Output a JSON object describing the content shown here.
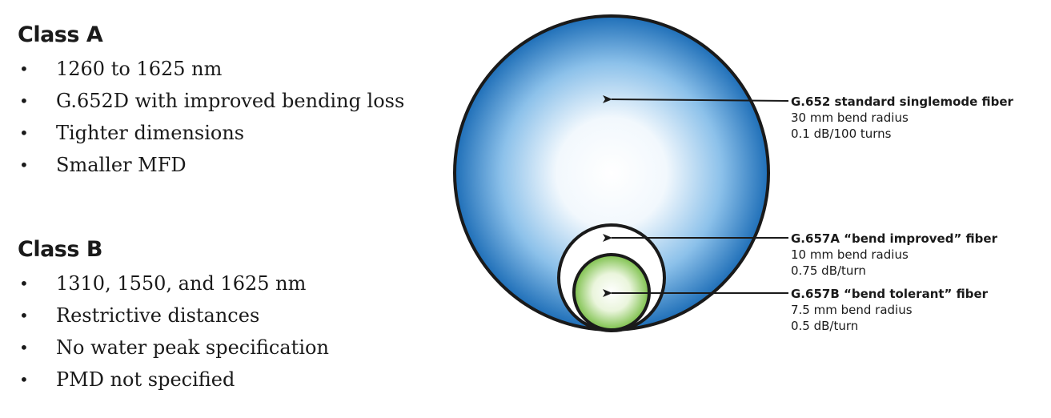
{
  "class_a": {
    "heading": "Class A",
    "items": [
      "1260 to 1625 nm",
      "G.652D with improved bending loss",
      "Tighter dimensions",
      "Smaller MFD"
    ]
  },
  "class_b": {
    "heading": "Class B",
    "items": [
      "1310, 1550, and 1625 nm",
      "Restrictive distances",
      "No water peak specification",
      "PMD not specified"
    ]
  },
  "bullet_glyph": "•",
  "fibers": {
    "g652": {
      "title": "G.652 standard singlemode fiber",
      "bend_radius": "30 mm bend radius",
      "loss": "0.1 dB/100 turns",
      "color": "#1f6fb8"
    },
    "g657a": {
      "title": "G.657A “bend improved” fiber",
      "bend_radius": "10 mm bend radius",
      "loss": "0.75 dB/turn",
      "color": "#ffffff"
    },
    "g657b": {
      "title": "G.657B “bend tolerant” fiber",
      "bend_radius": "7.5 mm bend radius",
      "loss": "0.5 dB/turn",
      "color": "#7cc04a"
    }
  },
  "outline_color": "#1a1a1a"
}
